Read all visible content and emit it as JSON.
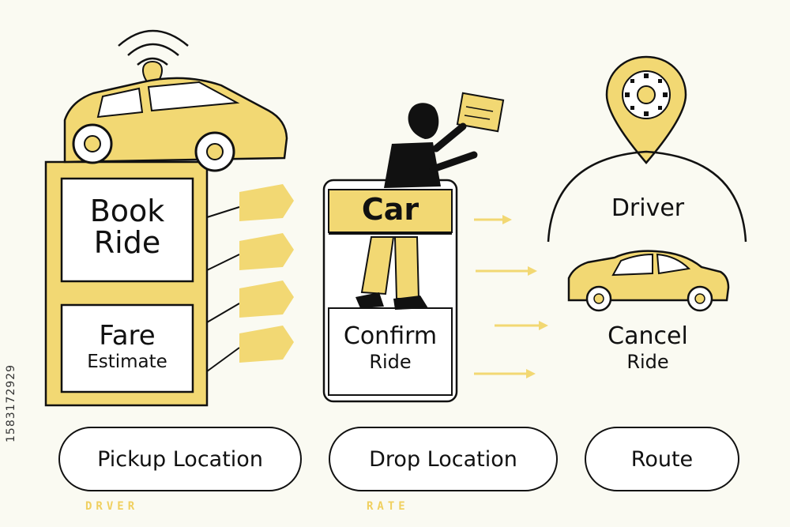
{
  "left_panel": {
    "book_line1": "Book",
    "book_line2": "Ride",
    "fare_line1": "Fare",
    "fare_line2": "Estimate"
  },
  "middle_panel": {
    "header": "Car",
    "confirm_line1": "Confirm",
    "confirm_line2": "Ride"
  },
  "right_panel": {
    "driver": "Driver",
    "cancel_line1": "Cancel",
    "cancel_line2": "Ride"
  },
  "pills": {
    "pickup": "Pickup Location",
    "drop": "Drop Location",
    "route": "Route"
  },
  "captions": {
    "left": "DRVER",
    "middle": "RATE"
  },
  "side_id": "1583172929",
  "colors": {
    "accent": "#f2d873",
    "caption": "#f0d060",
    "stroke": "#111111",
    "background": "#fafaf2"
  }
}
